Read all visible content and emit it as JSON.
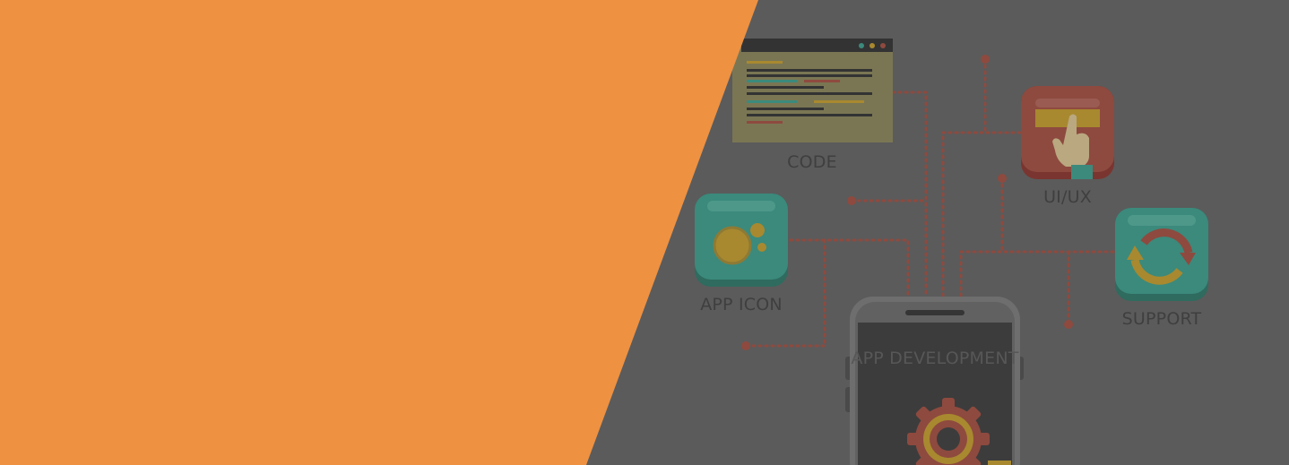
{
  "banner": {
    "accent_color": "#ee9141",
    "background_color": "#5b5b5b",
    "dim_overlay": "dark-gray translucent"
  },
  "illustration": {
    "labels": {
      "code": "CODE",
      "ui_ux": "UI/UX",
      "app_icon": "APP ICON",
      "support": "SUPPORT",
      "app_development": "APP DEVELOPMENT"
    },
    "icons": [
      "code-window-icon",
      "touch-hand-icon",
      "app-bubbles-icon",
      "refresh-arrows-icon",
      "gear-icon",
      "smartphone-icon"
    ]
  }
}
